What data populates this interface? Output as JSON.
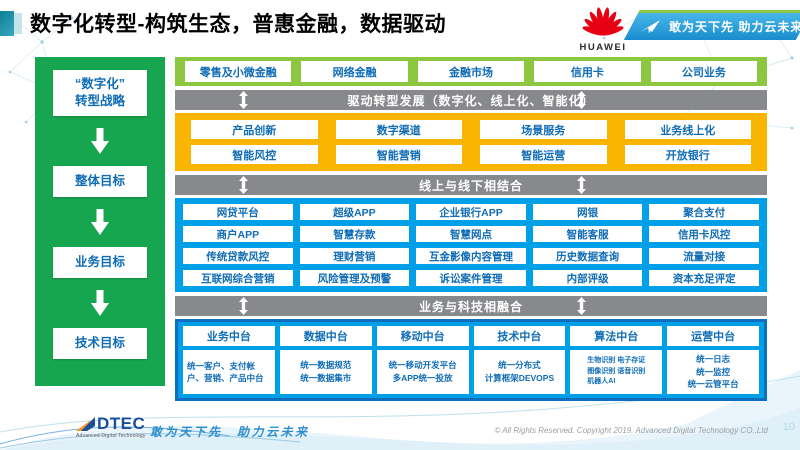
{
  "header": {
    "title": "数字化转型-构筑生态，普惠金融，数据驱动",
    "huawei_wordmark": "HUAWEI",
    "ribbon_slogan": "敢为天下先 助力云未来"
  },
  "strategy": {
    "items": [
      "“数字化”\n转型战略",
      "整体目标",
      "业务目标",
      "技术目标"
    ]
  },
  "business_lines": [
    "零售及小微金融",
    "网络金融",
    "金融市场",
    "信用卡",
    "公司业务"
  ],
  "banners": {
    "drive": "驱动转型发展（数字化、线上化、智能化）",
    "online_offline": "线上与线下相结合",
    "biz_tech": "业务与科技相融合"
  },
  "capabilities": {
    "row1": [
      "产品创新",
      "数字渠道",
      "场景服务",
      "业务线上化"
    ],
    "row2": [
      "智能风控",
      "智能营销",
      "智能运营",
      "开放银行"
    ]
  },
  "applications": {
    "row1": [
      "网贷平台",
      "超级APP",
      "企业银行APP",
      "网银",
      "聚合支付"
    ],
    "row2": [
      "商户APP",
      "智慧存款",
      "智慧网点",
      "智能客服",
      "信用卡风控"
    ],
    "row3": [
      "传统贷款风控",
      "理财营销",
      "互金影像内容管理",
      "历史数据查询",
      "流量对接"
    ],
    "row4": [
      "互联网综合营销",
      "风险管理及预警",
      "诉讼案件管理",
      "内部评级",
      "资本充足评定"
    ]
  },
  "platforms": [
    {
      "title": "业务中台",
      "detail": "统一客户、支付帐户、营销、产品中台"
    },
    {
      "title": "数据中台",
      "detail": "统一数据规范\n统一数据集市"
    },
    {
      "title": "移动中台",
      "detail": "统一移动开发平台\n多APP统一投放"
    },
    {
      "title": "技术中台",
      "detail": "统一分布式\n计算框架DEVOPS"
    },
    {
      "title": "算法中台",
      "detail": "生物识别 电子存证\n图像识别 语音识别\n机器人AI"
    },
    {
      "title": "运营中台",
      "detail": "统一日志\n统一监控\n统一云管平台"
    }
  ],
  "footer": {
    "logo_text": "DTEC",
    "logo_subtext": "Advanced Digital Technology",
    "slogan": "敢为天下先　助力云未来",
    "copyright": "© All Rights Reserved. Copyright 2019. Advanced Digital Technology CO.,Ltd",
    "page_number": "10"
  },
  "colors": {
    "sidebar_green": "#17a650",
    "business_green": "#8dc63f",
    "banner_gray": "#87898c",
    "capability_yellow": "#f9b500",
    "app_blue": "#00a0e9",
    "platform_border_blue": "#0c6ec1",
    "box_text_blue": "#0f6cb6",
    "huawei_red": "#e60012",
    "ribbon_blue": "#1a8ccf"
  }
}
